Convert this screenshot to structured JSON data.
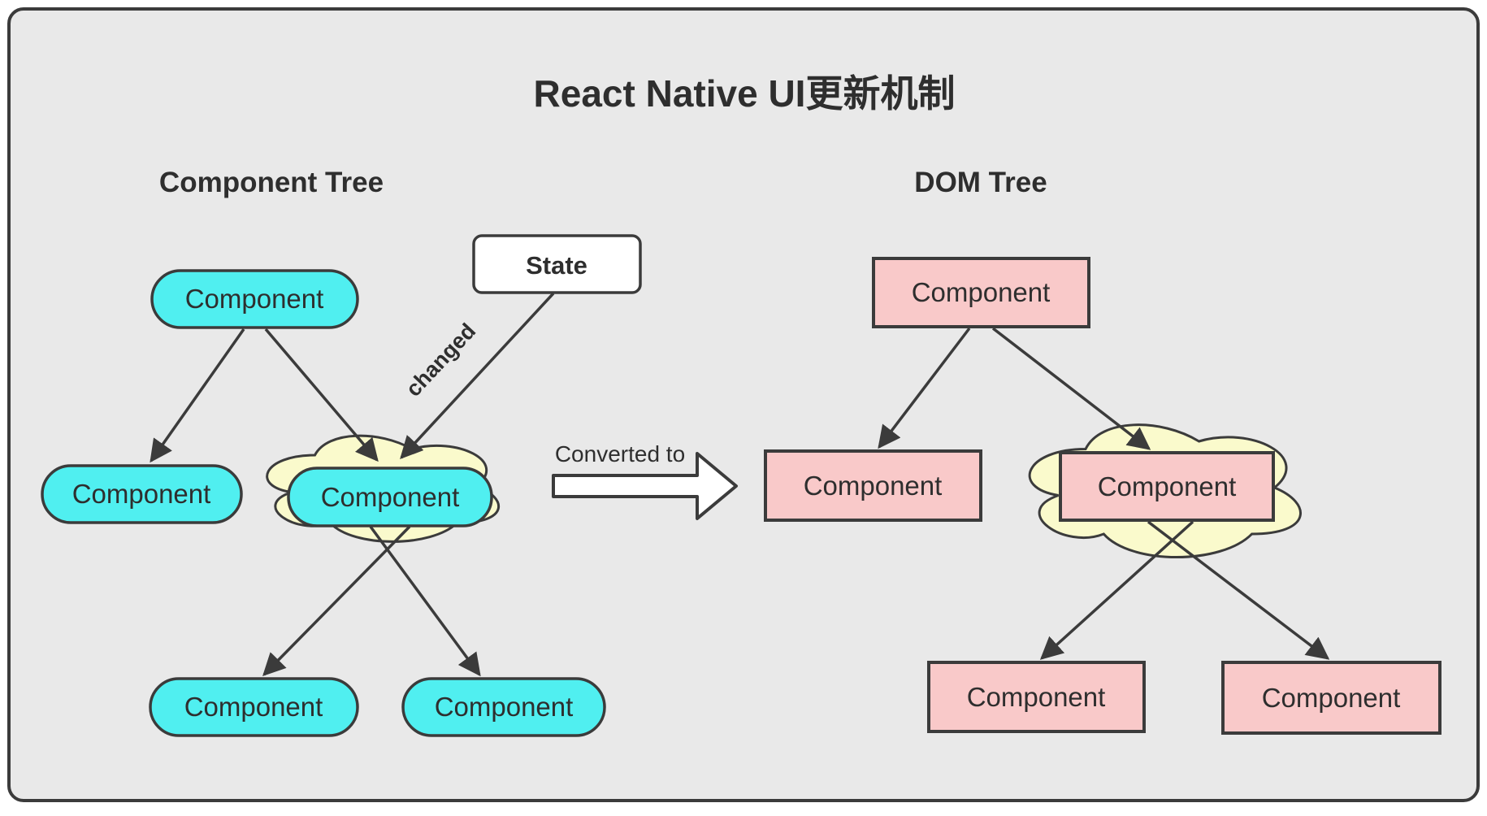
{
  "diagram": {
    "title": "React Native UI更新机制",
    "component_tree": {
      "heading": "Component Tree",
      "nodes": [
        {
          "id": "root",
          "label": "Component"
        },
        {
          "id": "child-left",
          "label": "Component"
        },
        {
          "id": "child-changed",
          "label": "Component"
        },
        {
          "id": "grandchild-left",
          "label": "Component"
        },
        {
          "id": "grandchild-right",
          "label": "Component"
        }
      ]
    },
    "dom_tree": {
      "heading": "DOM Tree",
      "nodes": [
        {
          "id": "root",
          "label": "Component"
        },
        {
          "id": "child-left",
          "label": "Component"
        },
        {
          "id": "child-updated",
          "label": "Component"
        },
        {
          "id": "grandchild-left",
          "label": "Component"
        },
        {
          "id": "grandchild-right",
          "label": "Component"
        }
      ]
    },
    "state_box_label": "State",
    "edge_labels": {
      "changed": "changed",
      "converted_to": "Converted to"
    },
    "colors": {
      "canvas_background": "#e9e9e9",
      "component_node_fill": "#50eff0",
      "dom_node_fill": "#f9c9c9",
      "highlight_cloud_fill": "#fafacc",
      "stroke": "#3b3b3b"
    }
  }
}
